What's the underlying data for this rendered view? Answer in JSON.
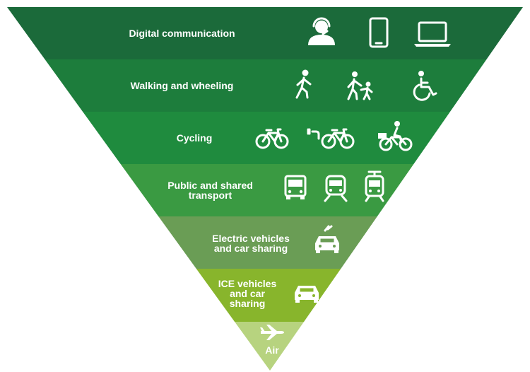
{
  "tiers": [
    {
      "lines": [
        "Digital communication"
      ],
      "color": "#1b6a3a",
      "icons": [
        "headset-user-icon",
        "smartphone-icon",
        "laptop-icon"
      ]
    },
    {
      "lines": [
        "Walking and wheeling"
      ],
      "color": "#1d7d3c",
      "icons": [
        "pedestrian-icon",
        "adult-and-child-walking-icon",
        "wheelchair-icon"
      ]
    },
    {
      "lines": [
        "Cycling"
      ],
      "color": "#1f8b3e",
      "icons": [
        "bicycle-icon",
        "electric-bicycle-icon",
        "cargo-bicycle-rider-icon"
      ]
    },
    {
      "lines": [
        "Public and shared",
        "transport"
      ],
      "color": "#3a9a42",
      "icons": [
        "bus-icon",
        "train-icon",
        "tram-icon"
      ]
    },
    {
      "lines": [
        "Electric vehicles",
        "and car sharing"
      ],
      "color": "#6a9d55",
      "icons": [
        "electric-car-icon"
      ]
    },
    {
      "lines": [
        "ICE vehicles",
        "and car",
        "sharing"
      ],
      "color": "#88b52c",
      "icons": [
        "car-icon"
      ]
    },
    {
      "lines": [
        "Air"
      ],
      "color": "#b7d37f",
      "icons": [
        "airplane-icon"
      ]
    }
  ]
}
